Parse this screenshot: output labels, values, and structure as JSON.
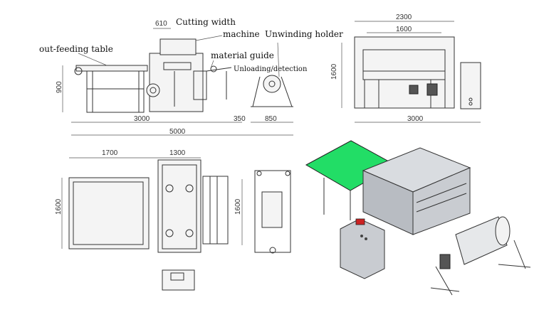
{
  "labels": {
    "cutting_width": "Cutting width",
    "machine": "machine",
    "unwinding_holder": "Unwinding holder",
    "out_feeding_table": "out-feeding table",
    "material_guide": "material guide",
    "unloading_detection": "Unloading/detection"
  },
  "dims": {
    "d610": "610",
    "d900": "900",
    "d3000_left": "3000",
    "d350": "350",
    "d5000": "5000",
    "d850": "850",
    "d2300": "2300",
    "d1600_top": "1600",
    "d1600_right_v": "1600",
    "d3000_right": "3000",
    "d1700": "1700",
    "d1300": "1300",
    "d1600_plan_left": "1600",
    "d1600_plan_right": "1600"
  },
  "colors": {
    "conveyor_green": "#22dd66",
    "panel_red": "#cc2222",
    "metal": "#b8bcc2",
    "line": "#333333"
  }
}
